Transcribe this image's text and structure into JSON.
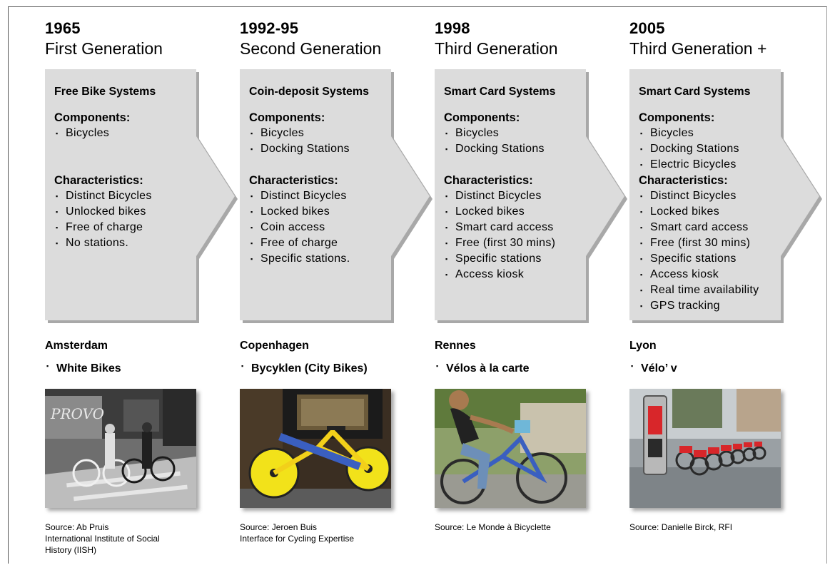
{
  "generations": [
    {
      "year": "1965",
      "generation": "First Generation",
      "system": "Free Bike Systems",
      "components_heading": "Components:",
      "components": [
        "Bicycles"
      ],
      "characteristics_heading": "Characteristics:",
      "characteristics": [
        "Distinct Bicycles",
        "Unlocked bikes",
        "Free of charge",
        "No stations."
      ],
      "city": "Amsterdam",
      "scheme": "White Bikes",
      "photo_subject": "street scene with white bikes, black and white",
      "source_lines": [
        "Source: Ab Pruis",
        "International Institute of Social",
        "History (IISH)"
      ]
    },
    {
      "year": "1992-95",
      "generation": "Second Generation",
      "system": "Coin-deposit Systems",
      "components_heading": "Components:",
      "components": [
        "Bicycles",
        "Docking Stations"
      ],
      "characteristics_heading": "Characteristics:",
      "characteristics": [
        "Distinct Bicycles",
        "Locked bikes",
        "Coin access",
        "Free of charge",
        "Specific stations."
      ],
      "city": "Copenhagen",
      "scheme": "Bycyklen (City Bikes)",
      "photo_subject": "yellow city bike with disc wheels",
      "source_lines": [
        "Source: Jeroen Buis",
        "Interface for Cycling Expertise"
      ]
    },
    {
      "year": "1998",
      "generation": "Third Generation",
      "system": "Smart Card Systems",
      "components_heading": "Components:",
      "components": [
        "Bicycles",
        "Docking Stations"
      ],
      "characteristics_heading": "Characteristics:",
      "characteristics": [
        "Distinct Bicycles",
        "Locked bikes",
        "Smart card access",
        "Free (first 30 mins)",
        "Specific stations",
        "Access kiosk"
      ],
      "city": "Rennes",
      "scheme": "Vélos à la carte",
      "photo_subject": "woman riding a blue bicycle",
      "source_lines": [
        "Source: Le Monde à Bicyclette"
      ]
    },
    {
      "year": "2005",
      "generation": "Third Generation +",
      "system": "Smart Card Systems",
      "components_heading": "Components:",
      "components": [
        "Bicycles",
        "Docking Stations",
        "Electric Bicycles"
      ],
      "characteristics_heading": "Characteristics:",
      "characteristics": [
        "Distinct Bicycles",
        "Locked bikes",
        "Smart card access",
        "Free (first 30 mins)",
        "Specific stations",
        "Access kiosk",
        "Real time availability",
        "GPS tracking"
      ],
      "city": "Lyon",
      "scheme": "Vélo’ v",
      "photo_subject": "row of red bikes docked at a station with kiosk",
      "source_lines": [
        "Source: Danielle Birck, RFI"
      ]
    }
  ],
  "colors": {
    "arrow_fill": "#dcdcdc",
    "arrow_shadow": "#a8a8a8",
    "photo_yellow": "#f2e21a",
    "photo_red": "#d8262a",
    "photo_blue": "#3a5fc0"
  }
}
